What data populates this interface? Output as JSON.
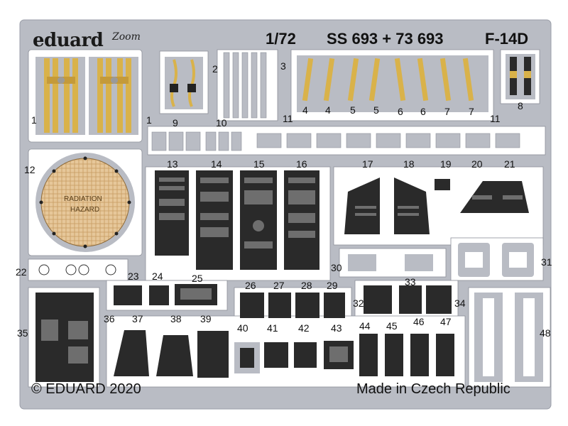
{
  "brand": {
    "name": "eduard",
    "sub": "Zoom"
  },
  "header": {
    "scale": "1/72",
    "code": "SS 693 + 73 693",
    "model": "F-14D"
  },
  "plate": {
    "fret_color": "#b9bcc4",
    "cutout_color": "#ffffff",
    "belt_color": "#d9b24a",
    "panel_color": "#2a2a2a"
  },
  "placard": {
    "line1": "RADIATION",
    "line2": "HAZARD"
  },
  "labels": [
    "1",
    "1",
    "2",
    "3",
    "4",
    "4",
    "5",
    "5",
    "6",
    "6",
    "7",
    "7",
    "8",
    "9",
    "10",
    "11",
    "11",
    "12",
    "13",
    "14",
    "15",
    "16",
    "17",
    "18",
    "19",
    "20",
    "21",
    "22",
    "23",
    "24",
    "25",
    "26",
    "27",
    "28",
    "29",
    "30",
    "31",
    "32",
    "33",
    "34",
    "35",
    "36",
    "37",
    "38",
    "39",
    "40",
    "41",
    "42",
    "43",
    "44",
    "45",
    "46",
    "47",
    "48"
  ],
  "footer": {
    "copyright": "© EDUARD 2020",
    "origin": "Made in Czech Republic"
  }
}
